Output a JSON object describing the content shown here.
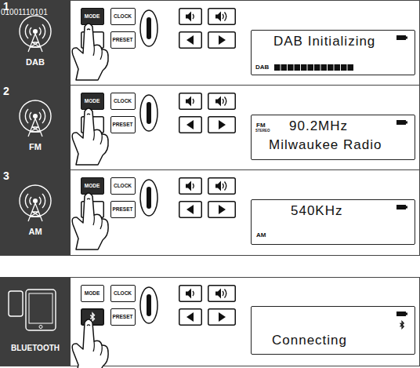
{
  "diagram": {
    "nodes": [
      {
        "text": [
          "1",
          "01001110101",
          "DAB"
        ]
      },
      {
        "text": [
          "MODE"
        ]
      },
      {
        "text": [
          "CLOCK"
        ]
      },
      {
        "text": [
          "PRESET"
        ]
      },
      {
        "text": [
          "DAB Initializing",
          "DAB"
        ]
      },
      {
        "text": [
          "2",
          "FM"
        ]
      },
      {
        "text": [
          "MODE"
        ]
      },
      {
        "text": [
          "CLOCK"
        ]
      },
      {
        "text": [
          "PRESET"
        ]
      },
      {
        "text": [
          "FM",
          "STEREO",
          "90.2MHz",
          "Milwaukee Radio"
        ]
      },
      {
        "text": [
          "3",
          "AM"
        ]
      },
      {
        "text": [
          "MODE"
        ]
      },
      {
        "text": [
          "CLOCK"
        ]
      },
      {
        "text": [
          "PRESET"
        ]
      },
      {
        "text": [
          "540KHz",
          "AM"
        ]
      },
      {
        "text": [
          "BLUETOOTH"
        ]
      },
      {
        "text": [
          "MODE"
        ]
      },
      {
        "text": [
          "CLOCK"
        ]
      },
      {
        "text": [
          "PRESET"
        ]
      },
      {
        "text": [
          "Connecting"
        ]
      }
    ]
  }
}
